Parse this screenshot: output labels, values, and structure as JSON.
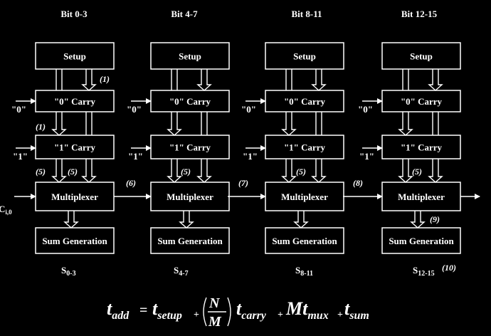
{
  "headers": [
    "Bit 0-3",
    "Bit 4-7",
    "Bit 8-11",
    "Bit 12-15"
  ],
  "box_labels": {
    "setup": "Setup",
    "carry0": "\"0\" Carry",
    "carry1": "\"1\" Carry",
    "mux": "Multiplexer",
    "sum": "Sum Generation"
  },
  "inputs": {
    "zero": "\"0\"",
    "one": "\"1\""
  },
  "carry_in": {
    "base": "C",
    "sub": "i,0"
  },
  "sums": [
    {
      "base": "S",
      "sub": "0-3"
    },
    {
      "base": "S",
      "sub": "4-7"
    },
    {
      "base": "S",
      "sub": "8-11"
    },
    {
      "base": "S",
      "sub": "12-15"
    }
  ],
  "annotations": {
    "a1_top": "(1)",
    "a1_left": "(1)",
    "a5_left": "(5)",
    "a5_c1": "(5)",
    "a5_c2": "(5)",
    "a5_c3": "(5)",
    "a5_c4": "(5)",
    "a6": "(6)",
    "a7": "(7)",
    "a8": "(8)",
    "a9": "(9)",
    "a10": "(10)"
  },
  "formula": {
    "t": "t",
    "add": "add",
    "eq": "=",
    "setup": "setup",
    "plus": "+",
    "N": "N",
    "M": "M",
    "carry": "carry",
    "Mt": "Mt",
    "mux": "mux",
    "sum": "sum"
  }
}
